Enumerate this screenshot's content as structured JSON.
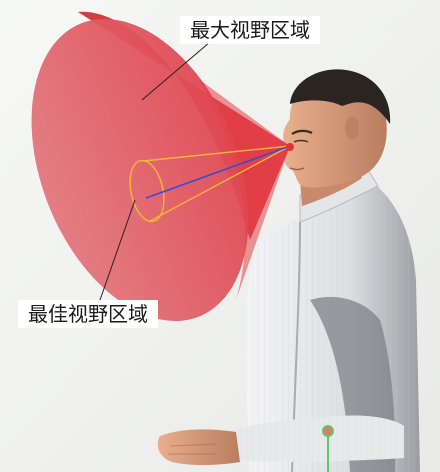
{
  "labels": {
    "max_field": "最大视野区域",
    "best_field": "最佳视野区域"
  },
  "colors": {
    "background": "#f3f4f2",
    "max_cone": "#e8545e",
    "max_cone_dark": "#d62a33",
    "best_cone_outline": "#f2b43a",
    "sight_line": "#3a4ad8",
    "eye_point": "#e0303a",
    "pointer_line": "#222222",
    "skin": "#d9a07f",
    "hair": "#2a2420",
    "suit": "#e8e9eb",
    "suit_shadow": "#8a8c90",
    "marker_green": "#5cc86a"
  },
  "icons": [
    "eye-point",
    "hand-marker"
  ]
}
